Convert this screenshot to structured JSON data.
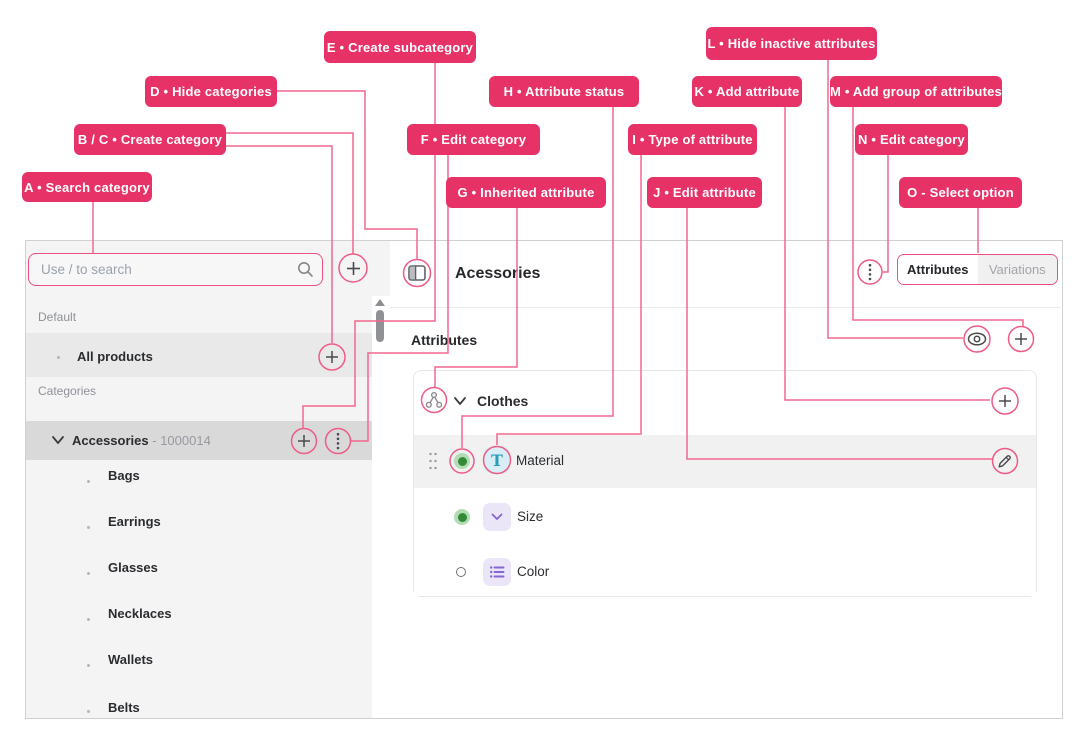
{
  "colors": {
    "annotation_bg": "#e73267",
    "annotation_line": "#f0688f",
    "annotation_ring": "#ee5c85",
    "status_active_green": "#338a38",
    "type_text_blue": "#2d9cb8",
    "type_purple": "#8666cf",
    "selected_row_gray": "#d9d9da"
  },
  "annotations": {
    "a": "A • Search category",
    "b": "B / C • Create category",
    "d": "D • Hide categories",
    "e": "E • Create subcategory",
    "f": "F • Edit category",
    "g": "G • Inherited attribute",
    "h": "H • Attribute status",
    "i": "I • Type of attribute",
    "j": "J • Edit attribute",
    "k": "K • Add attribute",
    "l": "L • Hide inactive attributes",
    "m": "M • Add group of attributes",
    "n": "N • Edit category",
    "o": "O -  Select option"
  },
  "sidebar": {
    "search_placeholder": "Use / to search",
    "default_section_label": "Default",
    "all_products_label": "All products",
    "categories_section_label": "Categories",
    "selected_category": {
      "name": "Accessories",
      "code": "- 1000014"
    },
    "categories": [
      "Bags",
      "Earrings",
      "Glasses",
      "Necklaces",
      "Wallets",
      "Belts"
    ]
  },
  "main": {
    "title": "Acessories",
    "tabs": {
      "attributes": "Attributes",
      "variations": "Variations"
    },
    "attributes_heading": "Attributes",
    "group": {
      "name": "Clothes"
    },
    "attributes": [
      {
        "name": "Material",
        "type": "text",
        "status": "active"
      },
      {
        "name": "Size",
        "type": "select",
        "status": "active"
      },
      {
        "name": "Color",
        "type": "list",
        "status": "inactive"
      }
    ]
  }
}
